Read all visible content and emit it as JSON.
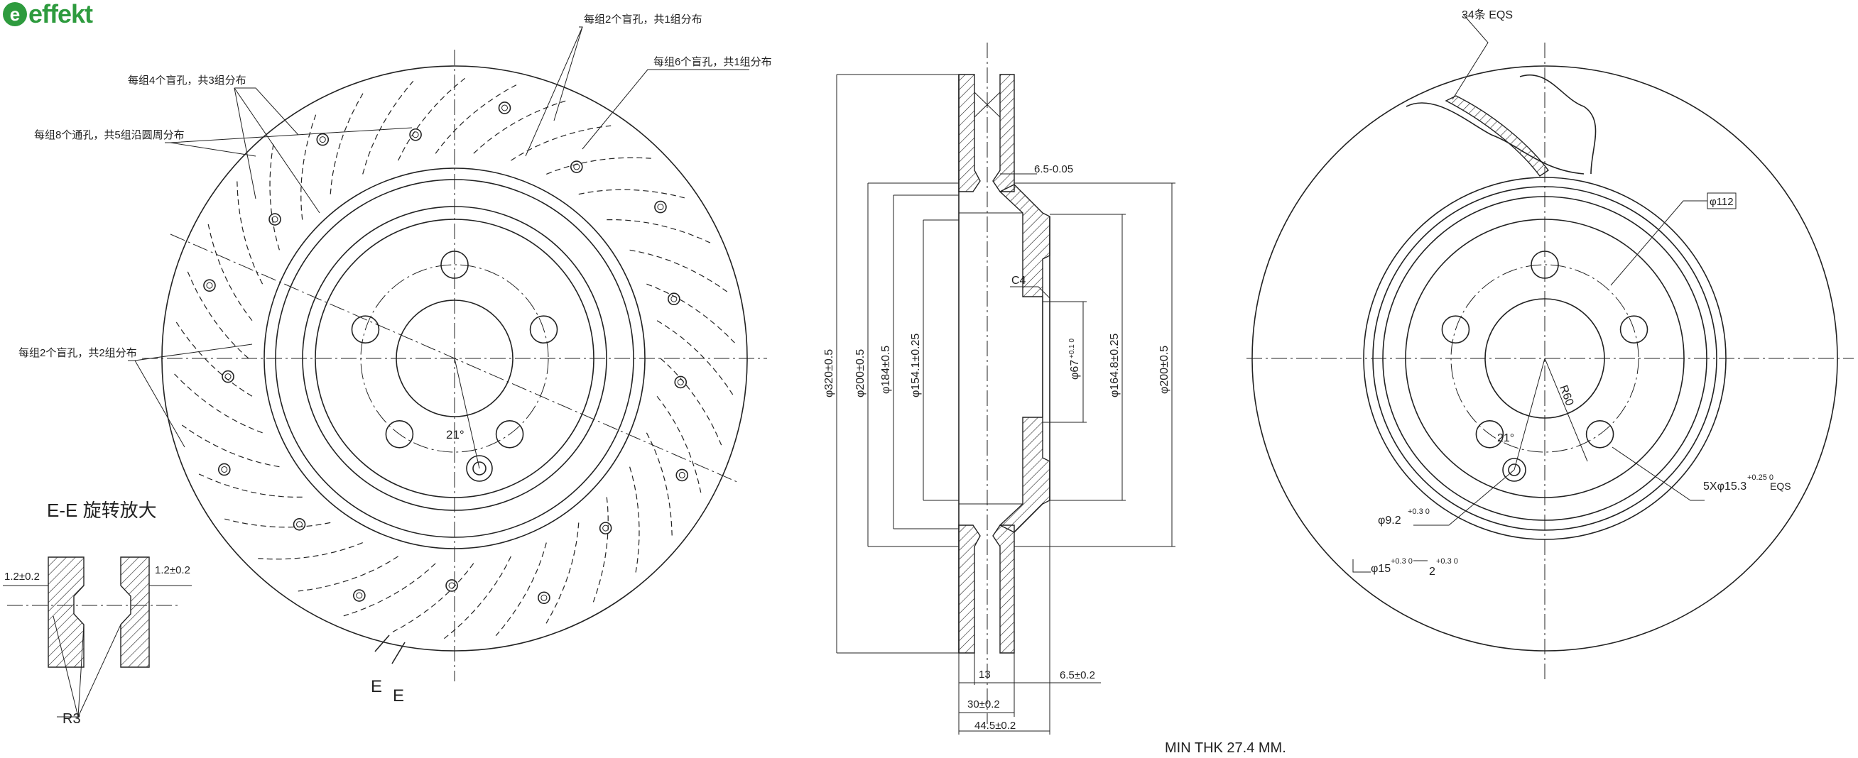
{
  "brand": {
    "logo_letter": "e",
    "logo_text": "effekt",
    "color": "#2e9b3e"
  },
  "front_view": {
    "notes": {
      "n1": "每组2个盲孔，共1组分布",
      "n2": "每组6个盲孔，共1组分布",
      "n3": "每组4个盲孔，共3组分布",
      "n4": "每组8个通孔，共5组沿圆周分布",
      "n5": "每组2个盲孔，共2组分布"
    },
    "angle": "21°",
    "section_mark_1": "E",
    "section_mark_2": "E"
  },
  "detail_view": {
    "title": "E-E  旋转放大",
    "left_dim": "1.2±0.2",
    "right_dim": "1.2±0.2",
    "radius": "R3"
  },
  "section_view": {
    "d_outer": "φ320±0.5",
    "d_200": "φ200±0.5",
    "d_184": "φ184±0.5",
    "d_154": "φ154.1±0.25",
    "d_67": "φ67",
    "d_67_tol": "+0.1 0",
    "d_164": "φ164.8±0.25",
    "d_200_right": "φ200±0.5",
    "top_dim": "6.5-0.05",
    "chamfer": "C4",
    "dim_13": "13",
    "dim_30": "30±0.2",
    "dim_44": "44.5±0.2",
    "dim_65": "6.5±0.2",
    "min_thk": "MIN THK 27.4 MM."
  },
  "hub_view": {
    "vanes": "34条 EQS",
    "pcd": "φ112",
    "radius": "R60",
    "angle": "21°",
    "bolt_holes": "5Xφ15.3",
    "bolt_tol": "+0.25 0",
    "bolt_eqs": "EQS",
    "pin_hole": "φ9.2",
    "pin_tol": "+0.3 0",
    "cbore": "φ15",
    "cbore_tol": "+0.3 0",
    "cbore_depth": "2",
    "depth_tol": "+0.3 0"
  }
}
